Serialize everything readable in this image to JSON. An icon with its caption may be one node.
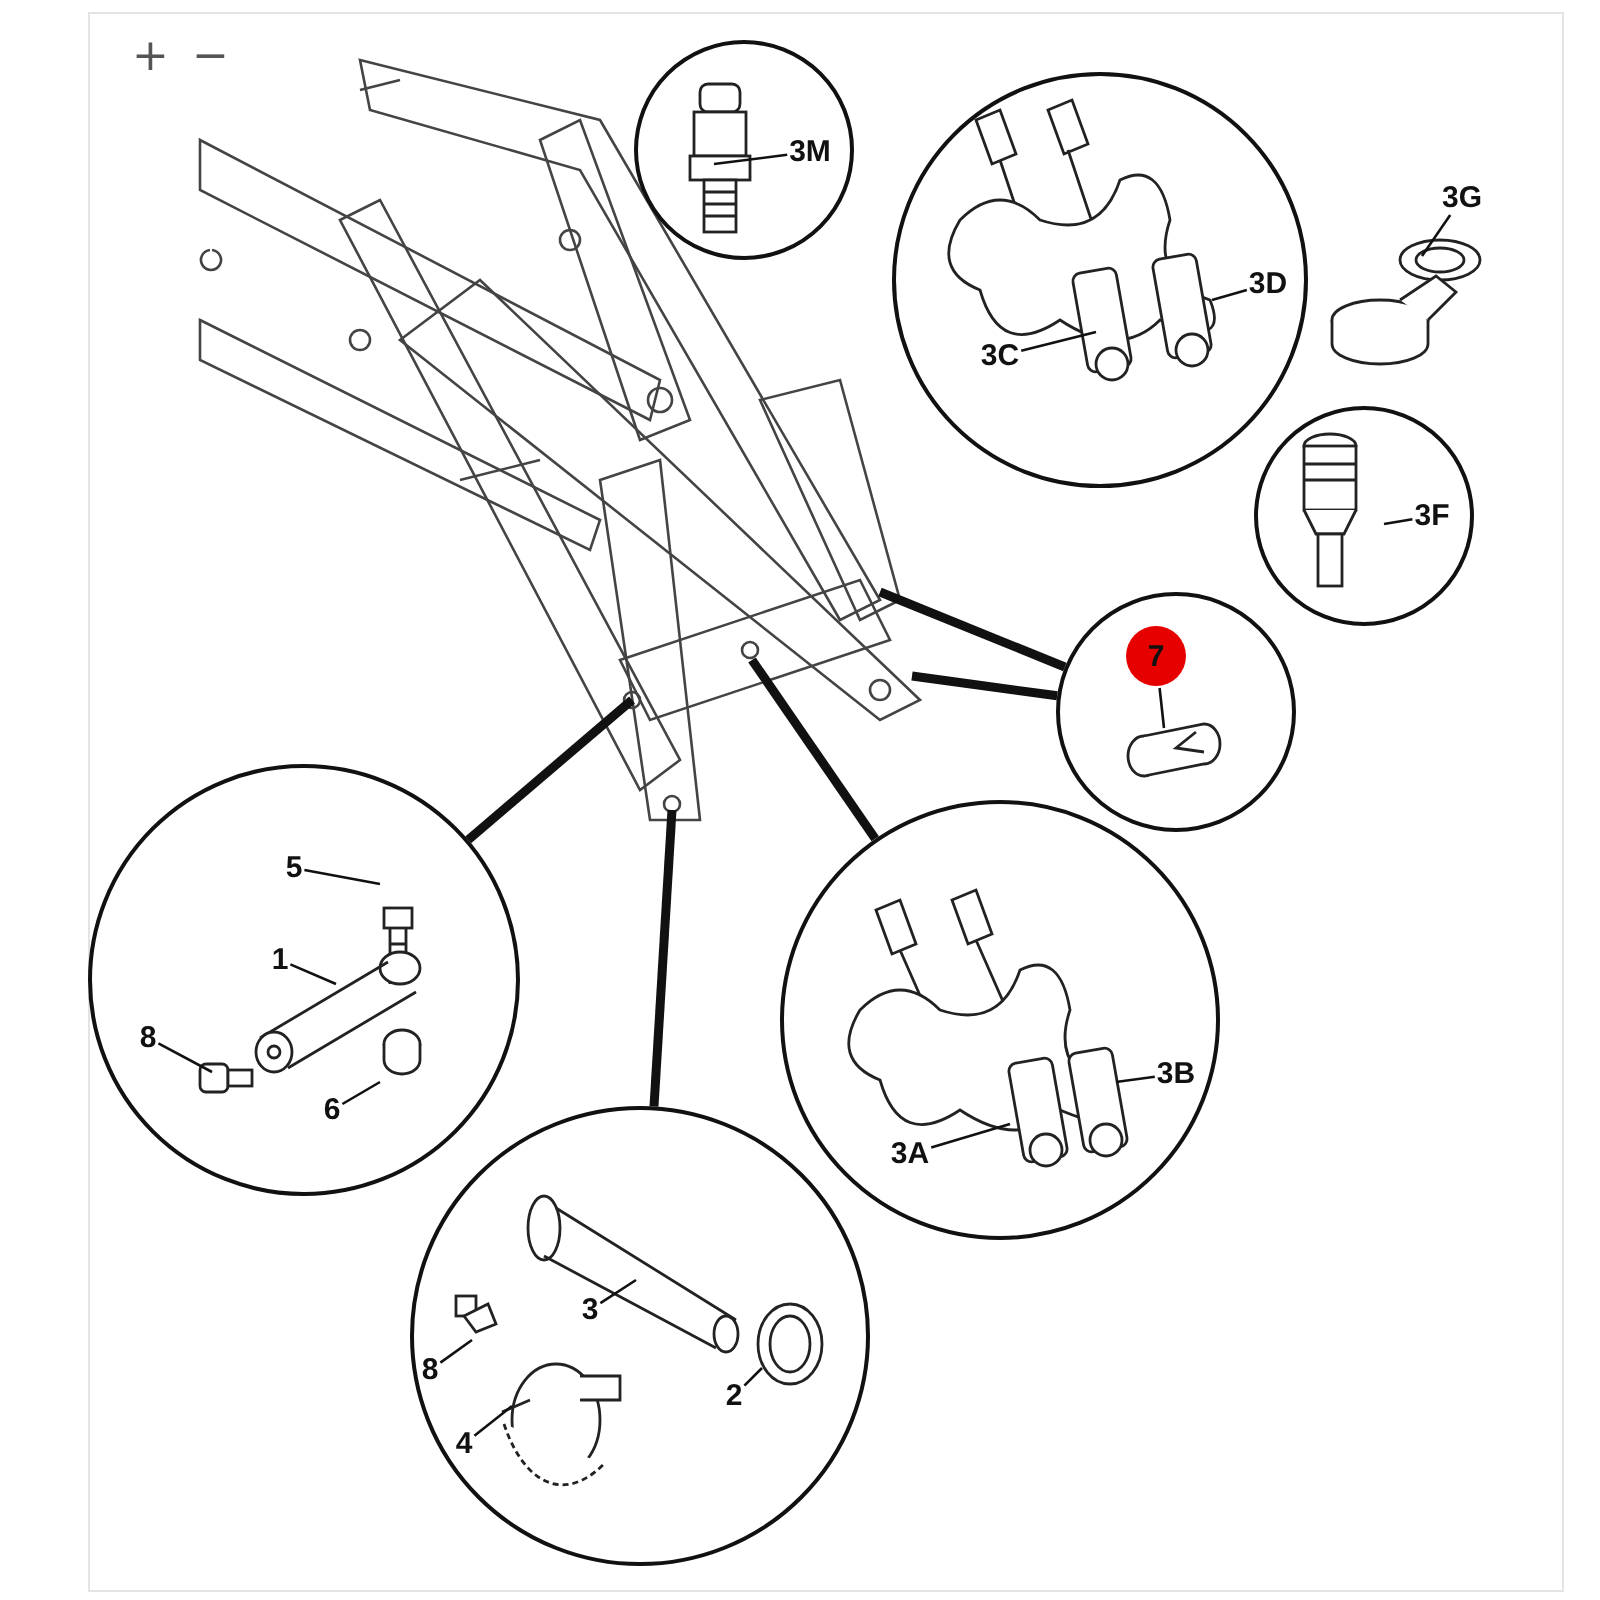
{
  "diagram": {
    "nodes": [
      {
        "text": [],
        "shape": "picture"
      },
      {
        "text": [],
        "shape": "circle"
      },
      {
        "text": [
          "3M"
        ],
        "in": 1
      },
      {
        "text": [],
        "shape": "circle"
      },
      {
        "text": [
          "3D"
        ],
        "in": 3
      },
      {
        "text": [
          "3C"
        ],
        "in": 3
      },
      {
        "text": [
          "3G"
        ]
      },
      {
        "text": [],
        "shape": "circle"
      },
      {
        "text": [
          "3F"
        ],
        "in": 7
      },
      {
        "text": [],
        "shape": "circle"
      },
      {
        "text": [
          "7"
        ],
        "in": 9
      },
      {
        "text": [],
        "shape": "circle"
      },
      {
        "text": [
          "5"
        ],
        "in": 11
      },
      {
        "text": [
          "1"
        ],
        "in": 11
      },
      {
        "text": [
          "8"
        ],
        "in": 11
      },
      {
        "text": [
          "6"
        ],
        "in": 11
      },
      {
        "text": [],
        "shape": "circle"
      },
      {
        "text": [
          "3B"
        ],
        "in": 16
      },
      {
        "text": [
          "3A"
        ],
        "in": 16
      },
      {
        "text": [],
        "shape": "circle"
      },
      {
        "text": [
          "3"
        ],
        "in": 19
      },
      {
        "text": [
          "8"
        ],
        "in": 19
      },
      {
        "text": [
          "2"
        ],
        "in": 19
      },
      {
        "text": [
          "4"
        ],
        "in": 19
      }
    ],
    "edges": [
      {
        "from": 0,
        "to": 9,
        "arrow": "none",
        "style": "thick"
      },
      {
        "from": 0,
        "to": 9,
        "arrow": "none",
        "style": "thick"
      },
      {
        "from": 0,
        "to": 11,
        "arrow": "none",
        "style": "thick"
      },
      {
        "from": 0,
        "to": 16,
        "arrow": "none",
        "style": "thick"
      },
      {
        "from": 0,
        "to": 19,
        "arrow": "none",
        "style": "thick"
      },
      {
        "from": 2,
        "to": null,
        "arrow": "none"
      },
      {
        "from": 4,
        "to": null,
        "arrow": "none"
      },
      {
        "from": 5,
        "to": null,
        "arrow": "none"
      },
      {
        "from": 6,
        "to": null,
        "arrow": "none"
      },
      {
        "from": 8,
        "to": null,
        "arrow": "none"
      },
      {
        "from": 10,
        "to": null,
        "arrow": "none"
      },
      {
        "from": 12,
        "to": null,
        "arrow": "none"
      },
      {
        "from": 13,
        "to": null,
        "arrow": "none"
      },
      {
        "from": 14,
        "to": null,
        "arrow": "none"
      },
      {
        "from": 15,
        "to": null,
        "arrow": "none"
      },
      {
        "from": 17,
        "to": null,
        "arrow": "none"
      },
      {
        "from": 18,
        "to": null,
        "arrow": "none"
      },
      {
        "from": 20,
        "to": null,
        "arrow": "none"
      },
      {
        "from": 21,
        "to": null,
        "arrow": "none"
      },
      {
        "from": 22,
        "to": null,
        "arrow": "none"
      },
      {
        "from": 23,
        "to": null,
        "arrow": "none"
      }
    ],
    "labels": [
      "+",
      "−"
    ]
  }
}
